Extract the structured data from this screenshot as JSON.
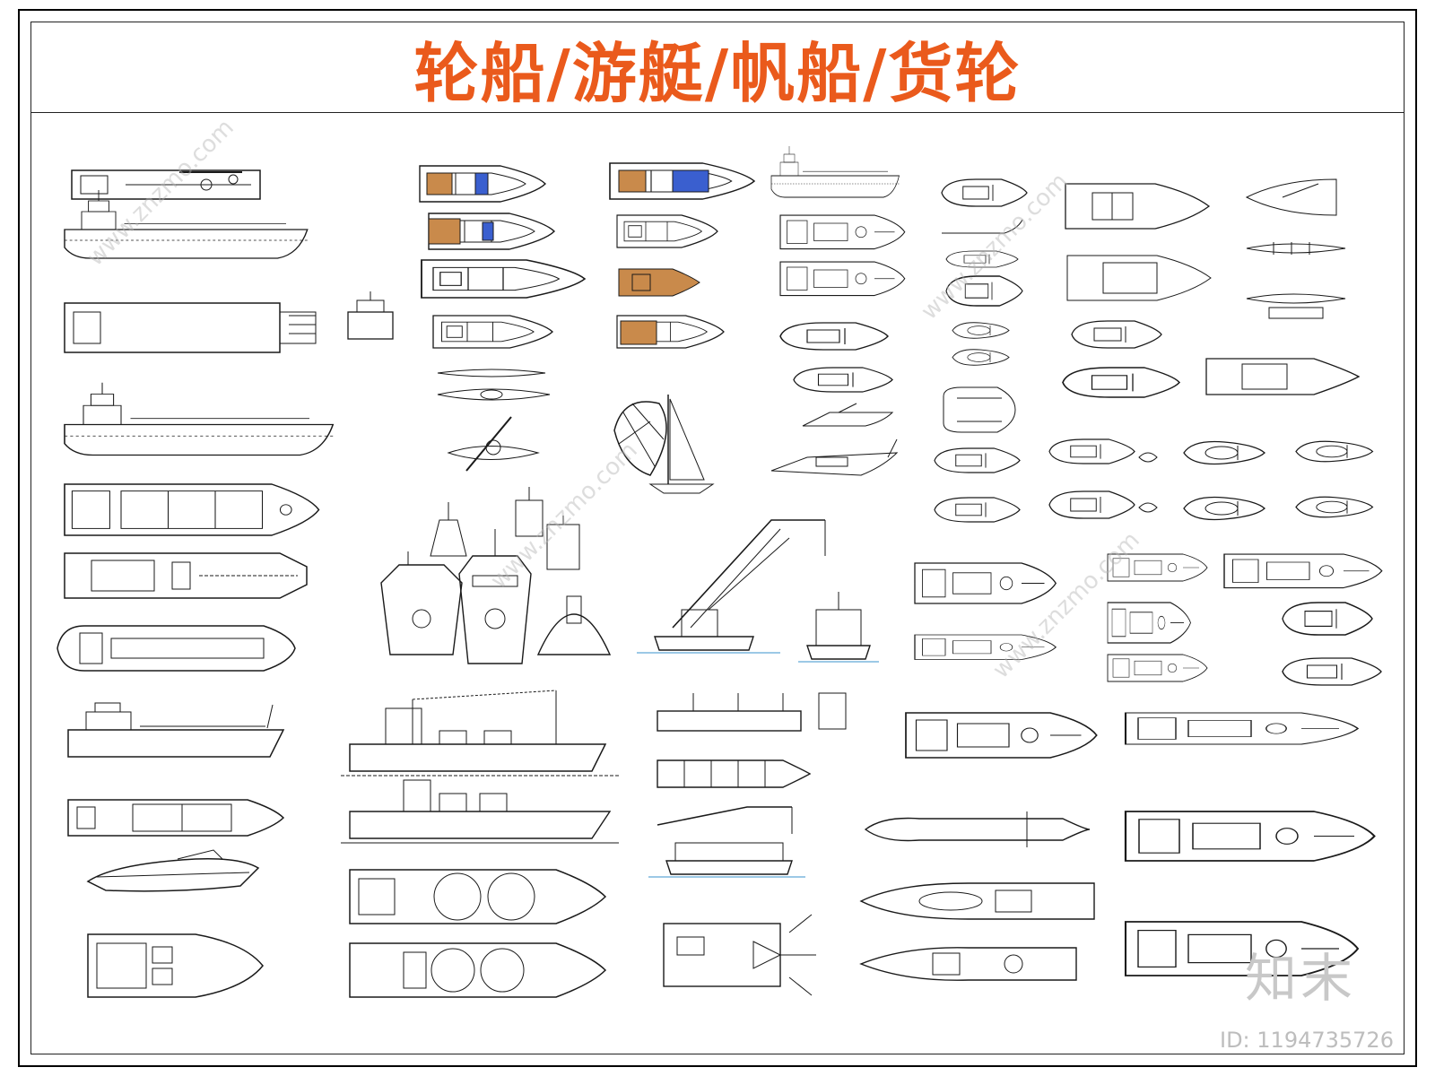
{
  "title": "轮船/游艇/帆船/货轮",
  "watermark": {
    "logo": "知末",
    "id_text": "ID: 1194735726",
    "site": "www.znzmo.com"
  },
  "colors": {
    "title": "#ea5a1c",
    "line": "#1a1a1a",
    "deck_wood": "#c98a4b",
    "deck_blue": "#3a5fcf",
    "water": "#9cc9e6"
  }
}
